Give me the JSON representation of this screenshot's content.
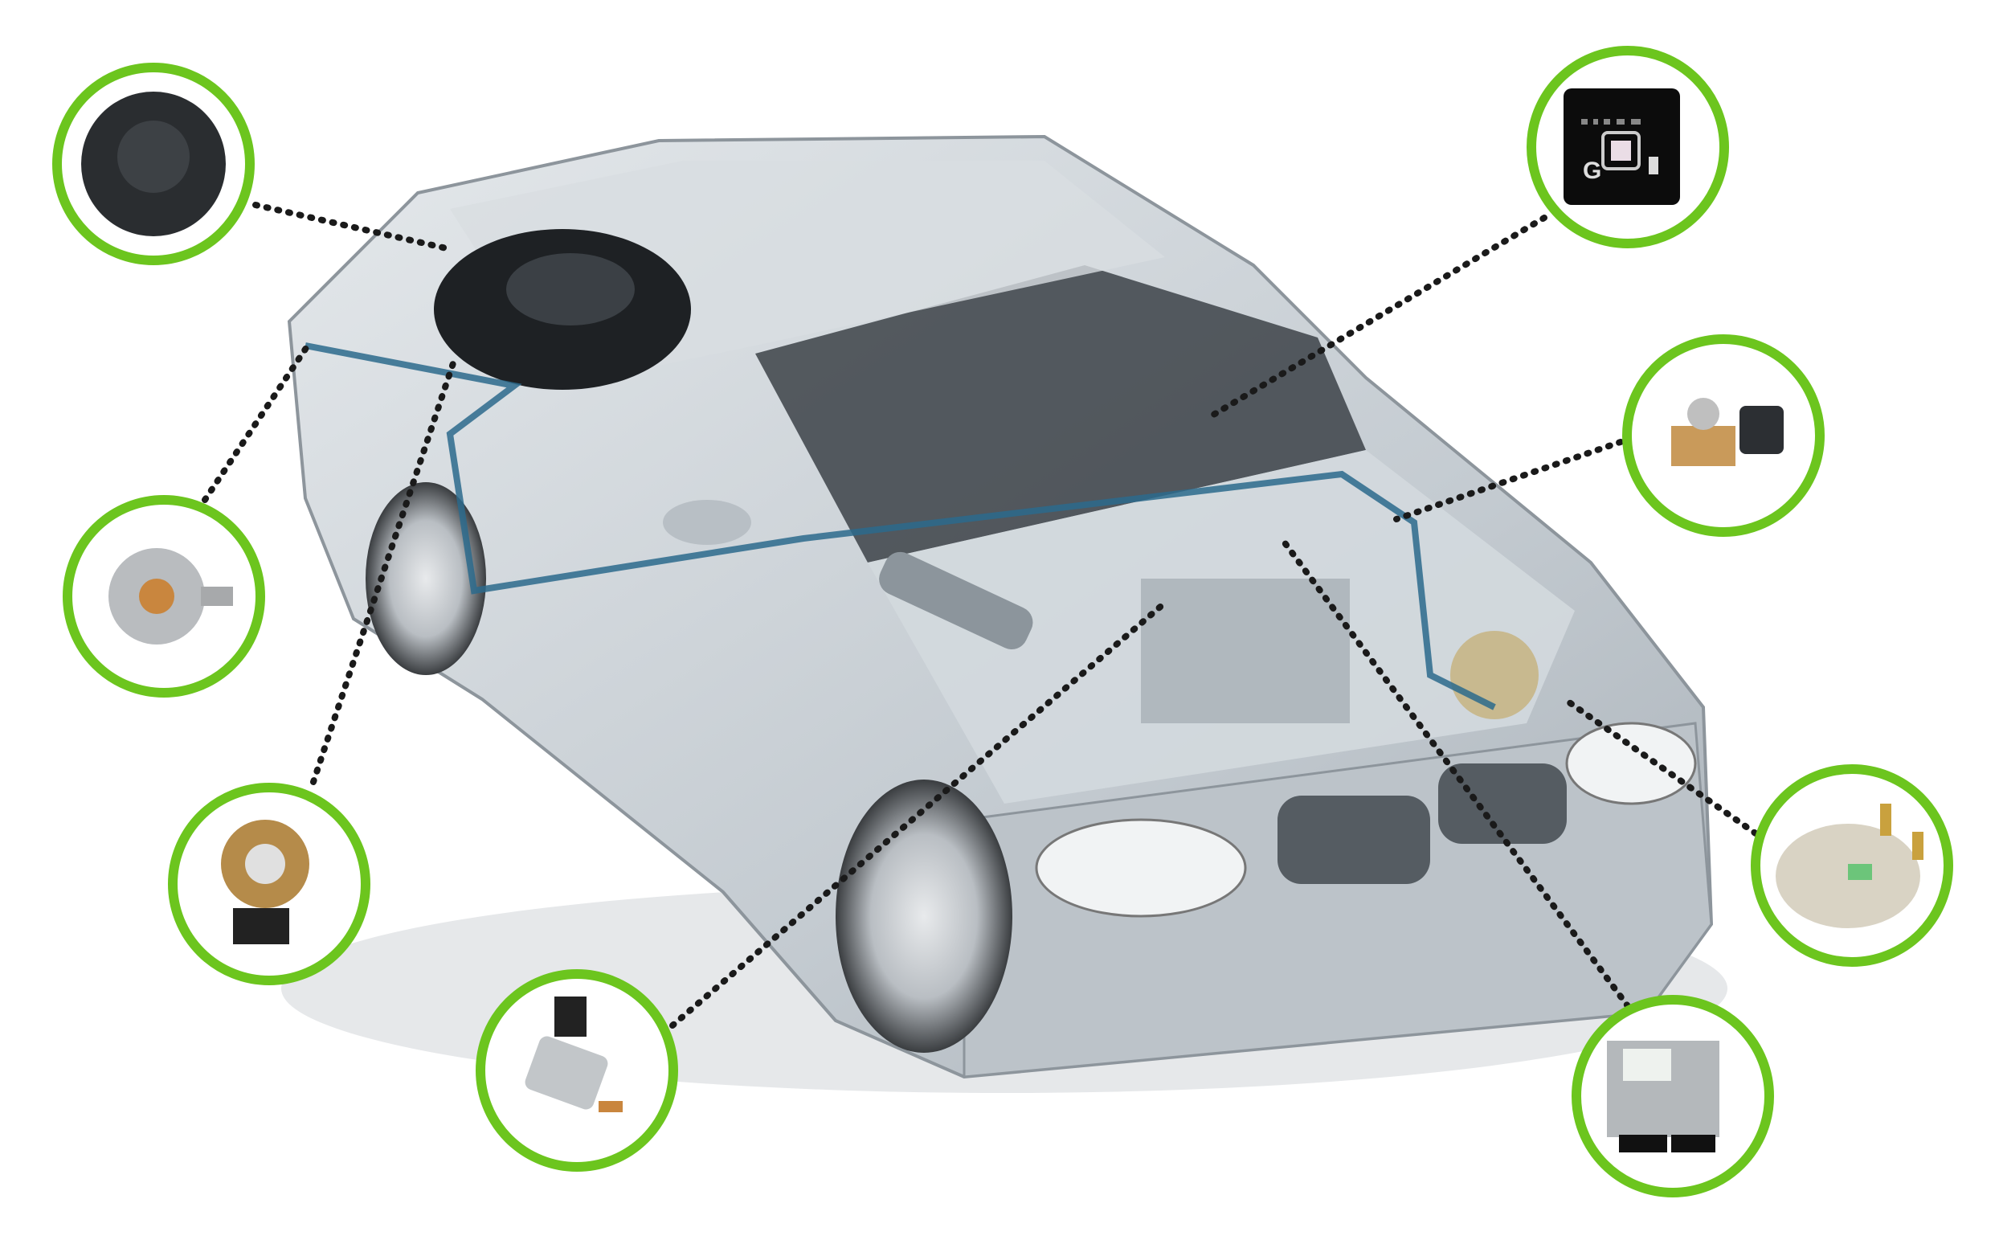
{
  "diagram": {
    "colors": {
      "ring": "#6cc51e",
      "pipe": "#2c6a8c",
      "car_body": "#c9d0d6",
      "leader_line": "#1a1a1a"
    },
    "switch_letter": "G",
    "components": [
      {
        "id": "tank-cap",
        "icon": "round-cap-icon"
      },
      {
        "id": "filler-valve",
        "icon": "filler-valve-icon"
      },
      {
        "id": "multivalve",
        "icon": "multivalve-icon"
      },
      {
        "id": "gas-injector",
        "icon": "injector-icon"
      },
      {
        "id": "fuel-switch",
        "icon": "switch-panel-icon"
      },
      {
        "id": "solenoid-valve",
        "icon": "solenoid-valve-icon"
      },
      {
        "id": "reducer",
        "icon": "reducer-icon"
      },
      {
        "id": "ecu",
        "icon": "ecu-icon"
      }
    ]
  }
}
